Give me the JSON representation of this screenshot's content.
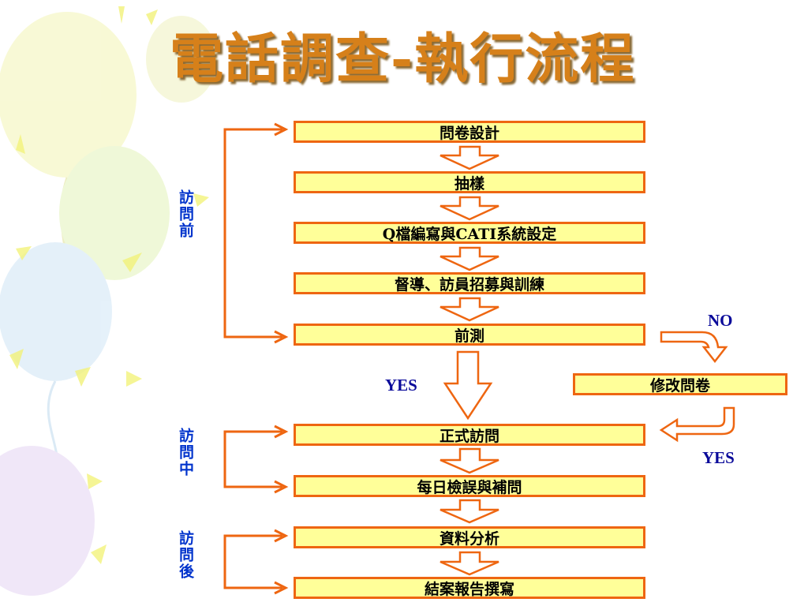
{
  "title": "電話調查-執行流程",
  "steps": {
    "design": "問卷設計",
    "sampling": "抽樣",
    "qfile": "Q檔編寫與CATI系統設定",
    "training": "督導、訪員招募與訓練",
    "pretest": "前測",
    "revise": "修改問卷",
    "formal": "正式訪問",
    "daily": "每日檢誤與補問",
    "analysis": "資料分析",
    "report": "結案報告撰寫"
  },
  "phases": {
    "before": "訪問前",
    "during": "訪問中",
    "after": "訪問後"
  },
  "branch_labels": {
    "pretest_yes": "YES",
    "pretest_no": "NO",
    "revise_yes": "YES"
  },
  "colors": {
    "title": "#d6801a",
    "step_fill": "#ffff99",
    "step_border": "#ee6611",
    "phase_text": "#0033cc",
    "label_text": "#0a0a9a",
    "bracket": "#ee6611"
  }
}
